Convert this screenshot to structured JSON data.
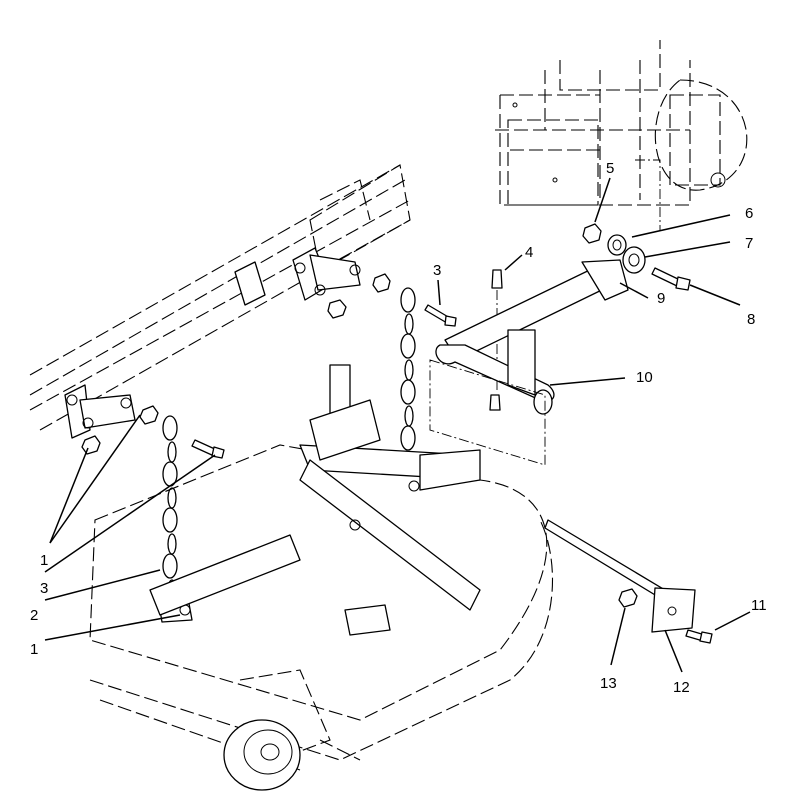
{
  "diagram": {
    "description_free": true,
    "callouts": [
      {
        "id": "c1a",
        "label": "1"
      },
      {
        "id": "c3a",
        "label": "3"
      },
      {
        "id": "c2",
        "label": "2"
      },
      {
        "id": "c1b",
        "label": "1"
      },
      {
        "id": "c3b",
        "label": "3"
      },
      {
        "id": "c4",
        "label": "4"
      },
      {
        "id": "c5",
        "label": "5"
      },
      {
        "id": "c6",
        "label": "6"
      },
      {
        "id": "c7",
        "label": "7"
      },
      {
        "id": "c8",
        "label": "8"
      },
      {
        "id": "c9",
        "label": "9"
      },
      {
        "id": "c10",
        "label": "10"
      },
      {
        "id": "c11",
        "label": "11"
      },
      {
        "id": "c12",
        "label": "12"
      },
      {
        "id": "c13",
        "label": "13"
      }
    ]
  }
}
